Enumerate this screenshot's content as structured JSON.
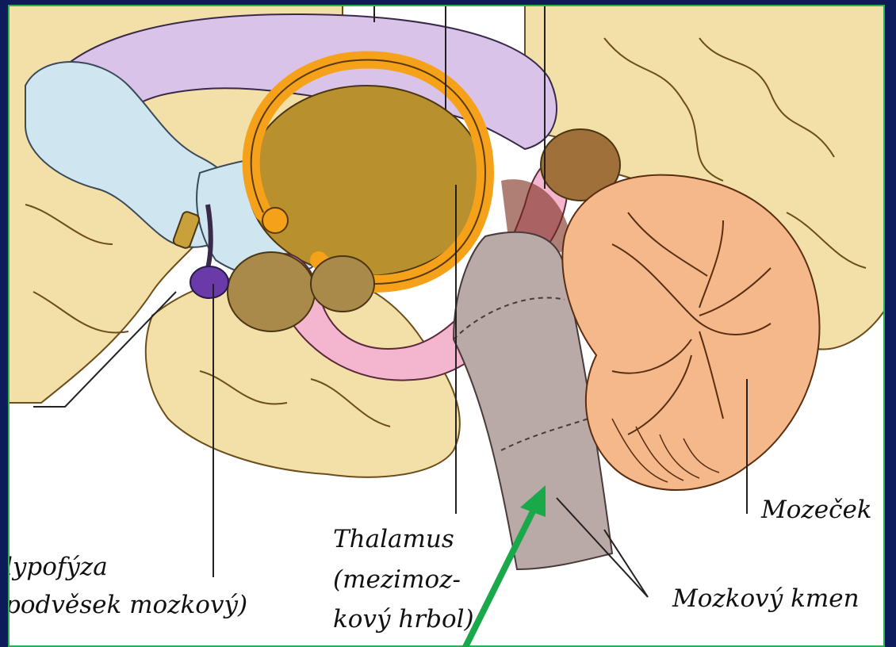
{
  "labels": {
    "hypofyza_line1": "lypofýza",
    "hypofyza_line2": "podvěsek mozkový)",
    "thalamus_line1": "Thalamus",
    "thalamus_line2": "(mezimoz-",
    "thalamus_line3": "kový hrbol)",
    "mozecek": "Mozeček",
    "mozkovy_kmen": "Mozkový kmen"
  },
  "colors": {
    "background_frame": "#0d1a5c",
    "border": "#2bb24c",
    "arrow": "#19a84a",
    "cortex": "#f3dfa8",
    "cerebellum": "#f5b88a",
    "brainstem": "#b9aaa8",
    "corpus_callosum": "#d9c3e8",
    "fornix_ring": "#f5a21a",
    "thalamus": "#b8902e",
    "ventricle_blue": "#cfe5ef",
    "hippocampus_pink": "#f4b6cf",
    "hypophysis": "#6a3aa8"
  }
}
